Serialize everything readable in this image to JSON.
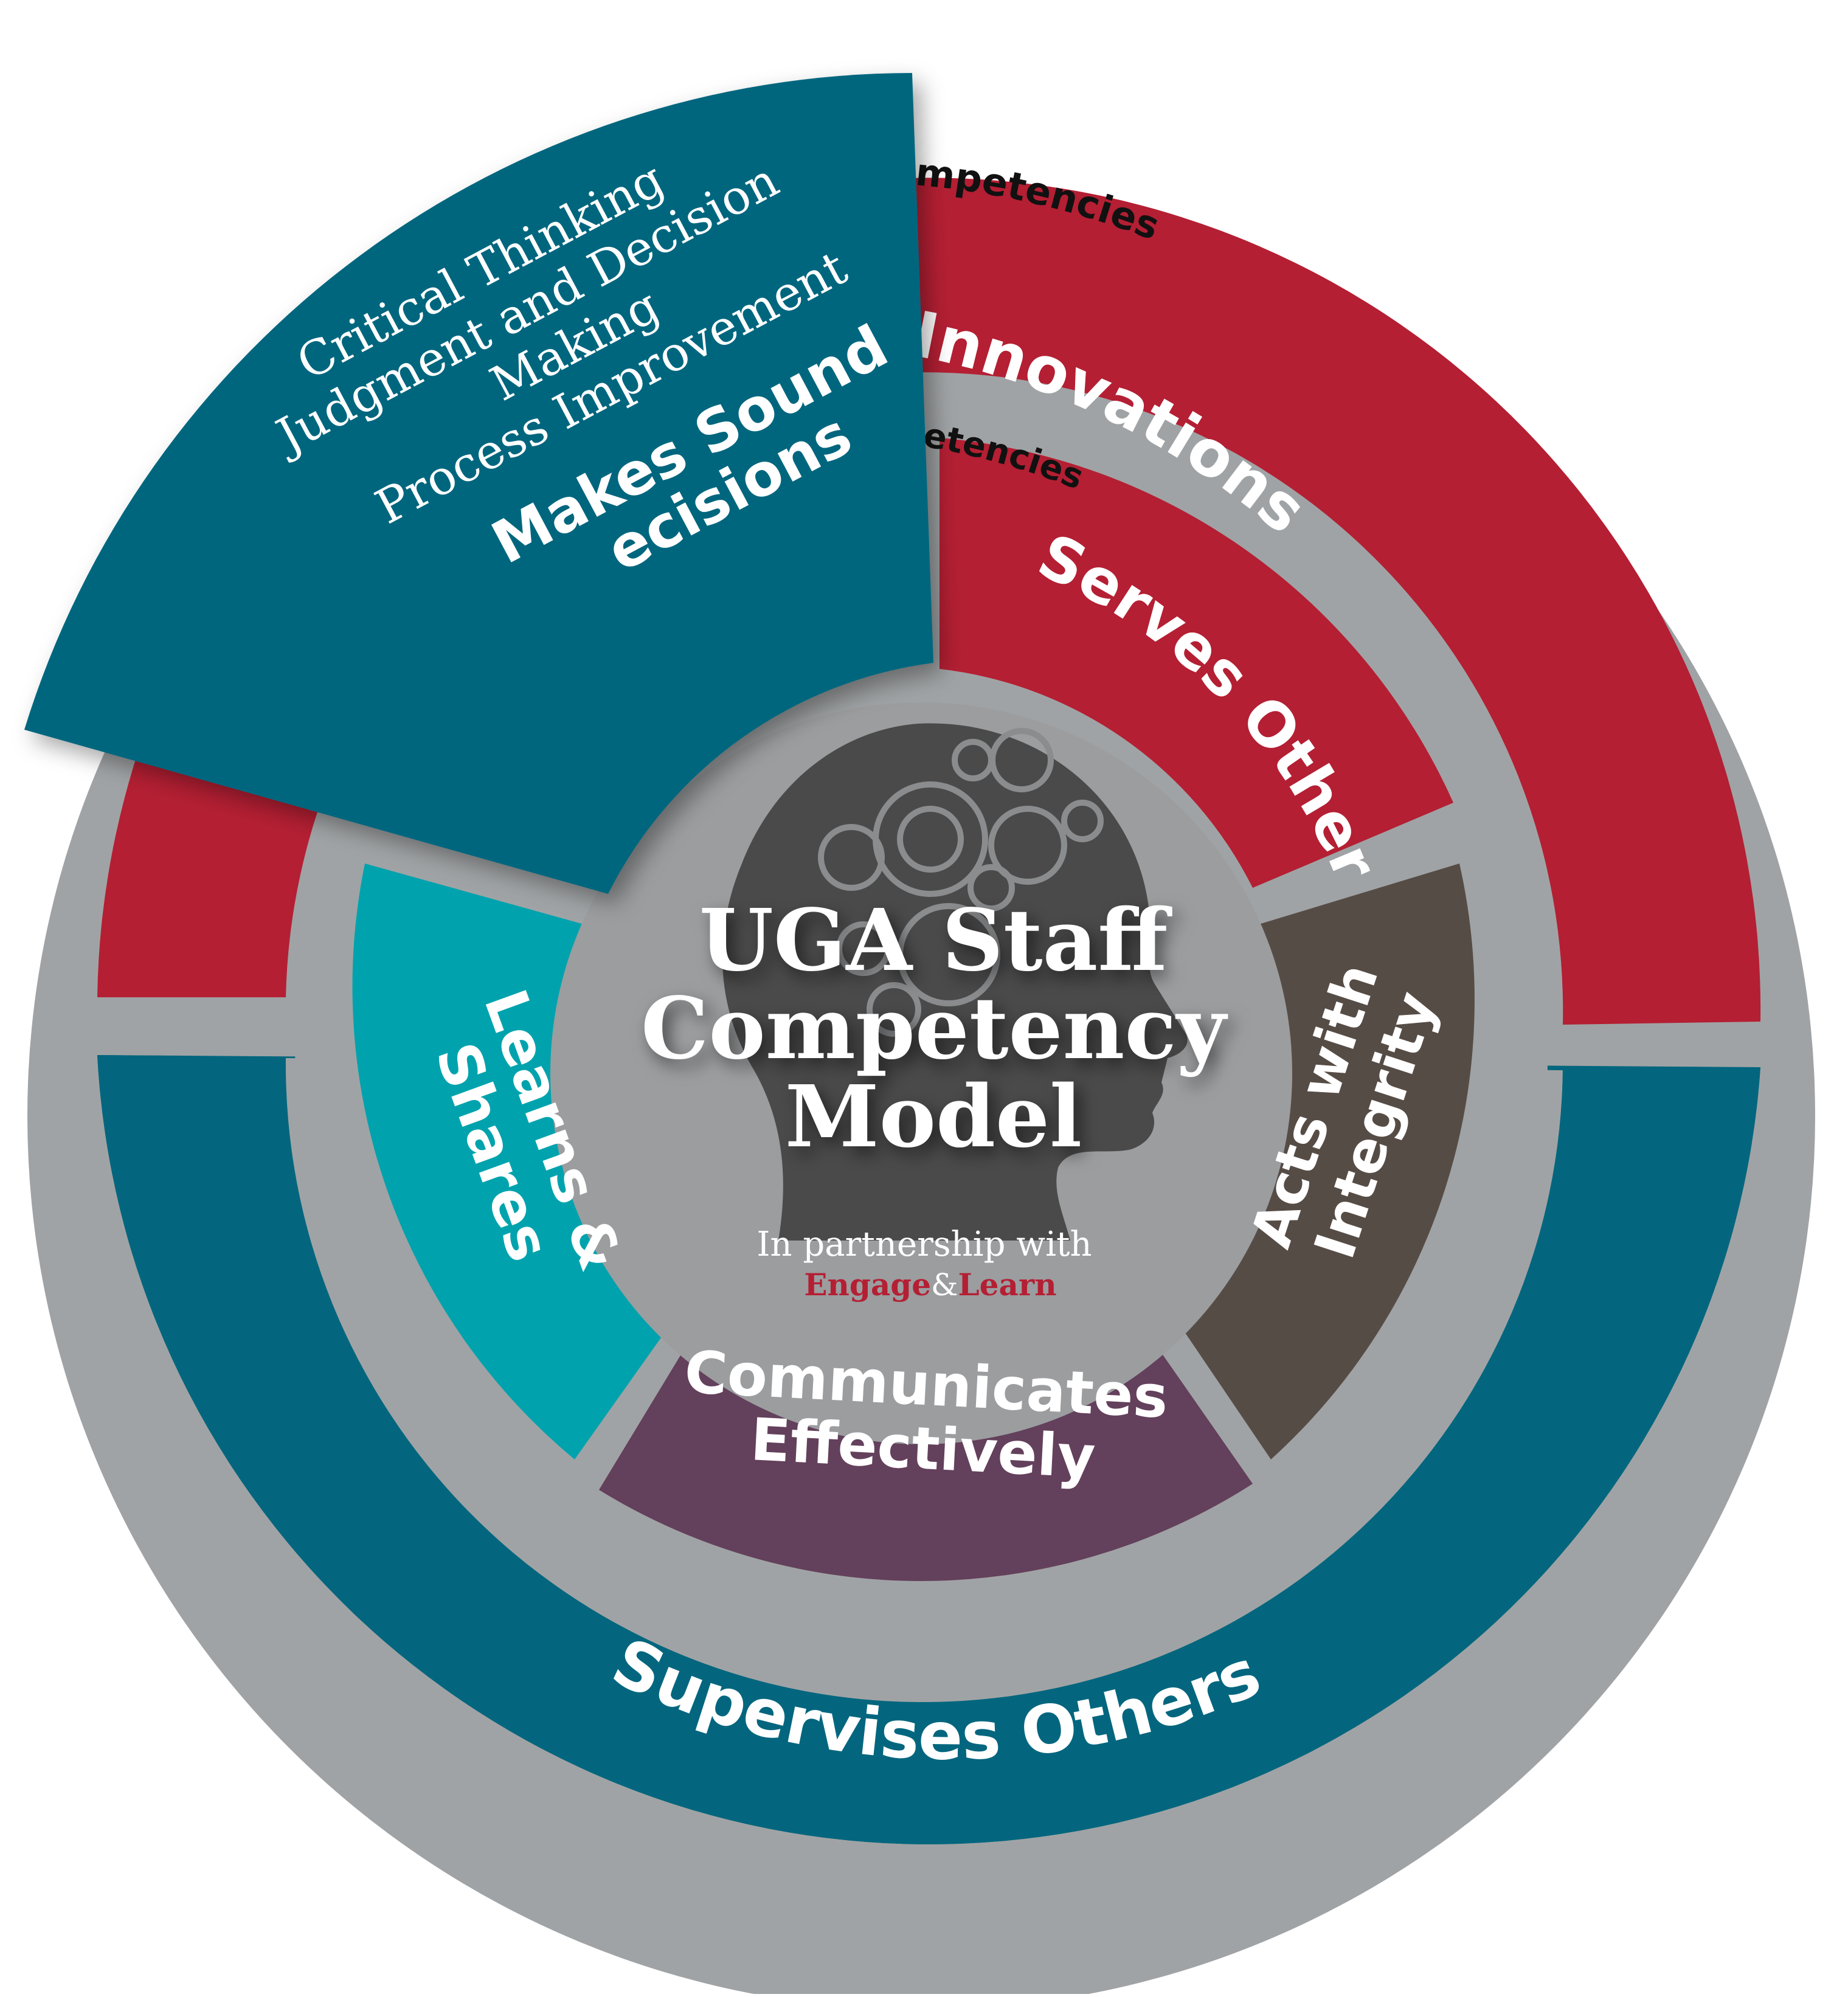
{
  "center": {
    "title_lines": [
      "UGA Staff",
      "Competency",
      "Model"
    ],
    "partnership": "In partnership with",
    "partner_a": "Engage",
    "partner_amp": "&",
    "partner_b": "Learn"
  },
  "outer_ring": {
    "top_label": "p Competencies",
    "bottom_segment": "Supervises Others"
  },
  "middle_ring": {
    "top_label": "ompetencies",
    "top_segment": "s Innovations"
  },
  "inner_ring": {
    "serves_others": "Serves Others",
    "acts_with_integrity": [
      "Acts with",
      "Integrity"
    ],
    "communicates": [
      "Communicates",
      "Effectively"
    ],
    "learns_shares": [
      "Learns &",
      "Shares"
    ]
  },
  "popout": {
    "items": [
      "Critical Thinking",
      "Judgment and Decision",
      "Making",
      "Process Improvement"
    ],
    "title_lines": [
      "Makes Sound",
      "ecisions"
    ]
  },
  "colors": {
    "gray": "#a0a3a5",
    "red": "#b41f33",
    "teal": "#03667e",
    "aqua": "#00a3ad",
    "brown": "#564c46",
    "plum": "#63405b",
    "dark": "#4a4a4a",
    "center_gray": "#9b9d9f"
  }
}
